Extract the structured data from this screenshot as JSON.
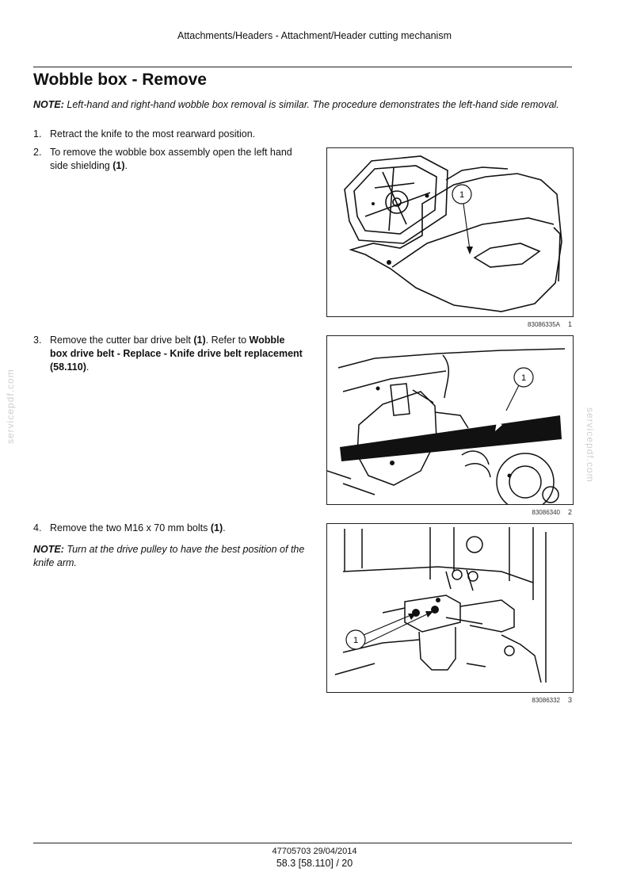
{
  "header": {
    "running_title": "Attachments/Headers - Attachment/Header cutting mechanism"
  },
  "page_title": "Wobble box - Remove",
  "note_top": {
    "label": "NOTE:",
    "text": "Left-hand and right-hand wobble box removal is similar.  The procedure demonstrates the left-hand side removal."
  },
  "steps": [
    {
      "num": "1.",
      "parts": [
        {
          "t": "Retract the knife to the most rearward position."
        }
      ]
    },
    {
      "num": "2.",
      "parts": [
        {
          "t": "To remove the wobble box assembly open the left hand side shielding "
        },
        {
          "t": "(1)",
          "b": true
        },
        {
          "t": "."
        }
      ]
    },
    {
      "num": "3.",
      "parts": [
        {
          "t": "Remove the cutter bar drive belt "
        },
        {
          "t": "(1)",
          "b": true
        },
        {
          "t": ".  Refer to "
        },
        {
          "t": "Wobble box drive belt - Replace - Knife drive belt replacement (58.110)",
          "b": true
        },
        {
          "t": "."
        }
      ]
    },
    {
      "num": "4.",
      "parts": [
        {
          "t": "Remove the two M16 x 70 mm bolts "
        },
        {
          "t": "(1)",
          "b": true
        },
        {
          "t": "."
        }
      ]
    }
  ],
  "note_step4": {
    "label": "NOTE:",
    "text": "Turn at the drive pulley to have the best position of the knife arm."
  },
  "figures": [
    {
      "code": "83086335A",
      "num": "1",
      "callout": "1"
    },
    {
      "code": "83086340",
      "num": "2",
      "callout": "1"
    },
    {
      "code": "83086332",
      "num": "3",
      "callout": "1"
    }
  ],
  "watermark": "servicepdf.com",
  "footer": {
    "doc_code": "47705703 29/04/2014",
    "page": "58.3 [58.110] / 20"
  }
}
